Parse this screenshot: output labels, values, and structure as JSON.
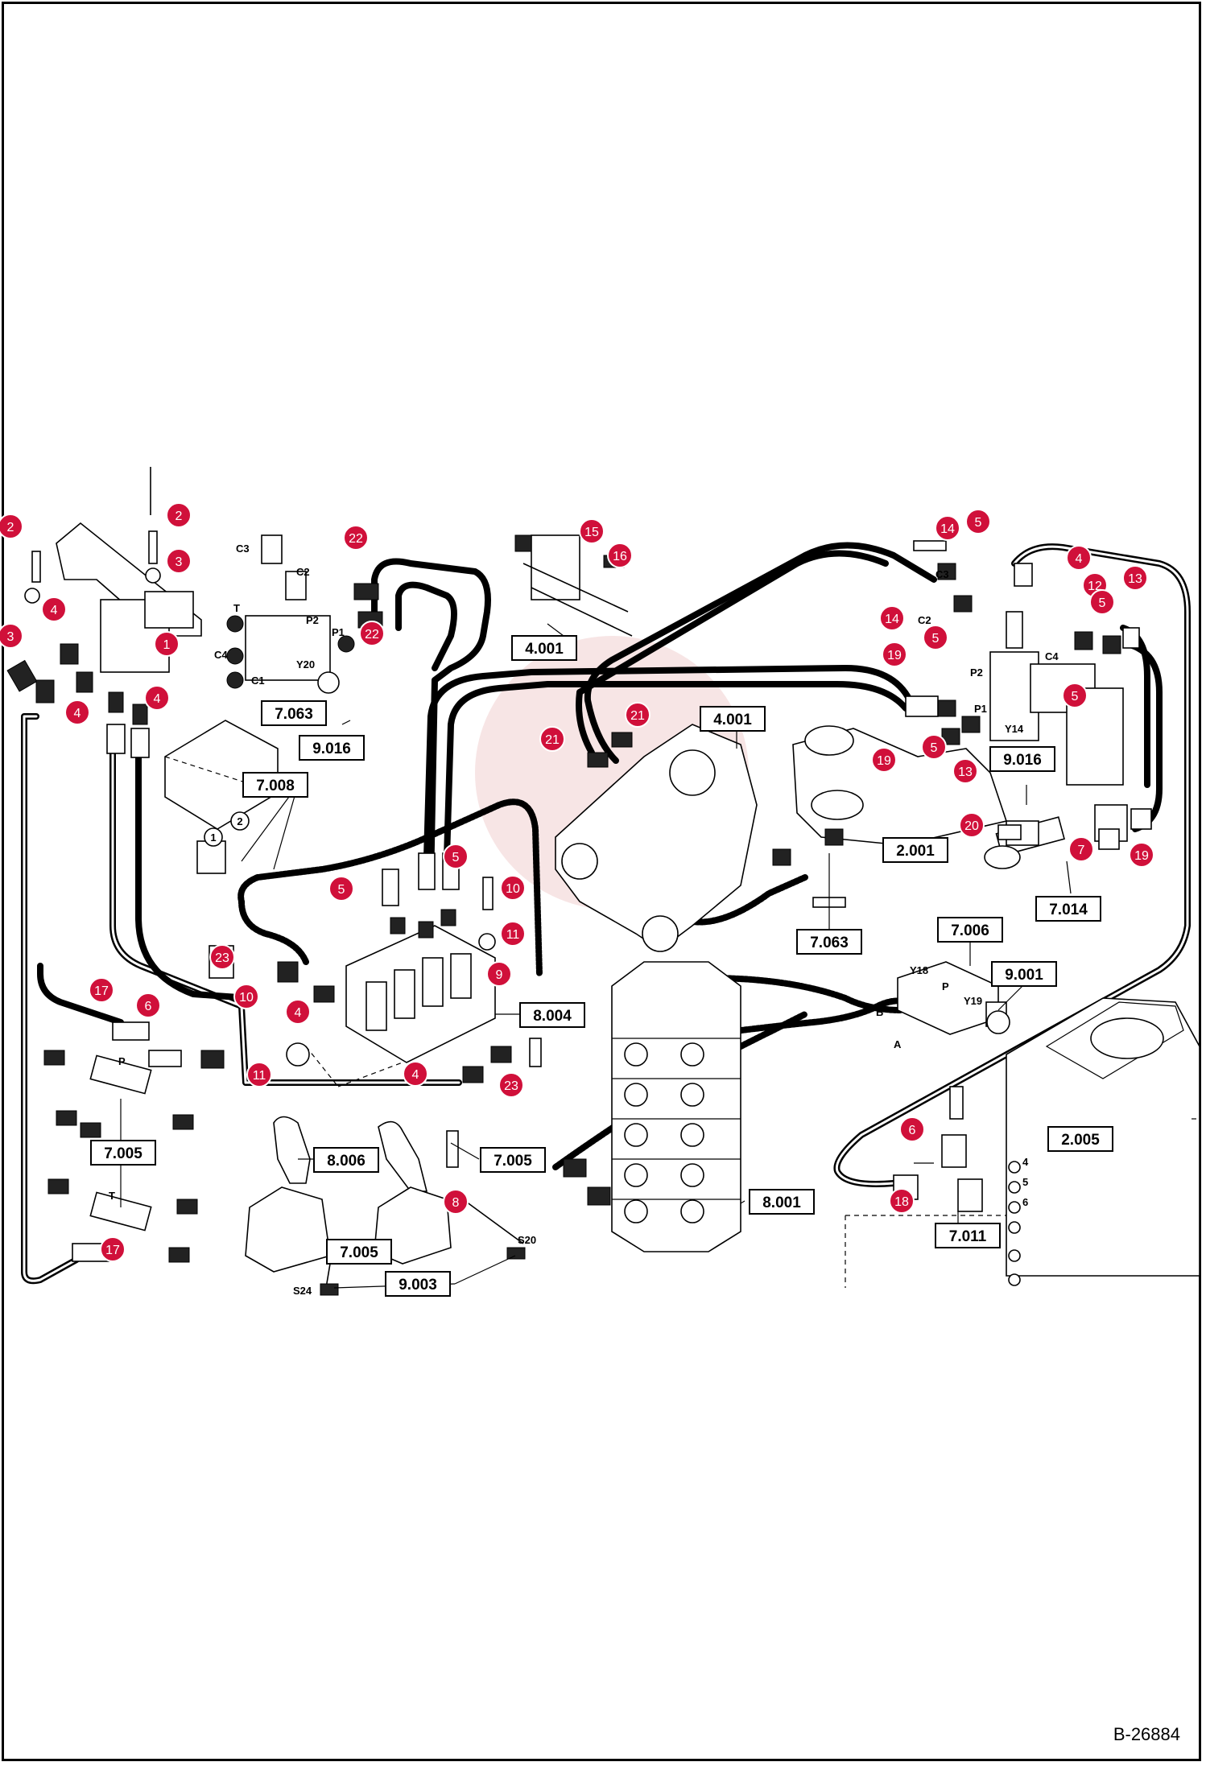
{
  "document_number": "B-26884",
  "accent_color": "#d0103a",
  "callouts": [
    "1",
    "2",
    "3",
    "4",
    "5",
    "6",
    "7",
    "8",
    "9",
    "10",
    "11",
    "12",
    "13",
    "14",
    "15",
    "16",
    "17",
    "18",
    "19",
    "20",
    "21",
    "22",
    "23"
  ],
  "reference_labels": {
    "r4001a": "4.001",
    "r4001b": "4.001",
    "r7063a": "7.063",
    "r7063b": "7.063",
    "r9016a": "9.016",
    "r9016b": "9.016",
    "r7008": "7.008",
    "r2001": "2.001",
    "r7014": "7.014",
    "r7006": "7.006",
    "r9001": "9.001",
    "r8004": "8.004",
    "r7005a": "7.005",
    "r7005b": "7.005",
    "r7005c": "7.005",
    "r8006": "8.006",
    "r8001": "8.001",
    "r9003": "9.003",
    "r2005": "2.005",
    "r7011": "7.011"
  },
  "port_labels": {
    "p_c3a": "C3",
    "p_c2a": "C2",
    "p_p2a": "P2",
    "p_p1a": "P1",
    "p_t": "T",
    "p_c4a": "C4",
    "p_c1a": "C1",
    "p_y20": "Y20",
    "p_c3b": "C3",
    "p_c2b": "C2",
    "p_p2b": "P2",
    "p_p1b": "P1",
    "p_c4b": "C4",
    "p_y14": "Y14",
    "p_y18": "Y18",
    "p_y19": "Y19",
    "p_pv": "P",
    "p_a": "A",
    "p_b": "B",
    "p_s20": "S20",
    "p_s24": "S24",
    "p_c1": "1",
    "p_c2": "2",
    "p_manP": "P",
    "p_manT": "T",
    "p_k4": "4",
    "p_k5": "5",
    "p_k6": "6"
  }
}
